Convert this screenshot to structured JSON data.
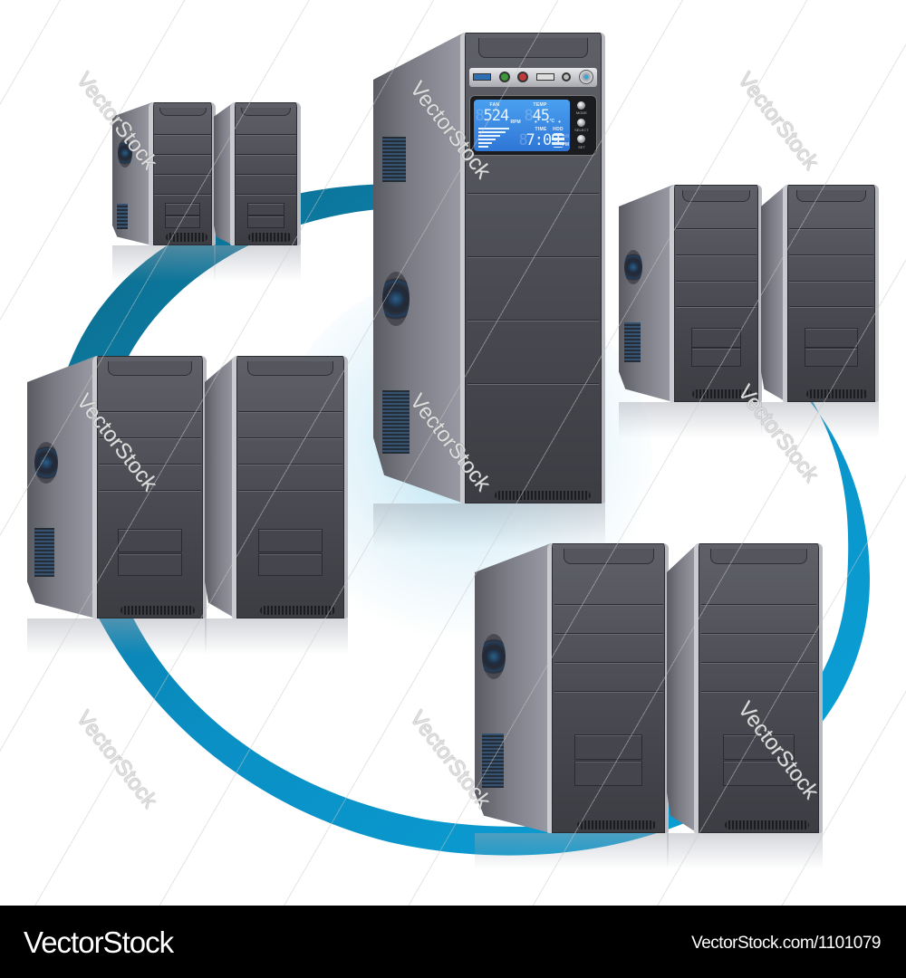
{
  "image": {
    "subject": "Server network illustration",
    "accent_color": "#0a8fc4",
    "ring_dark_color": "#0f6e8c",
    "tower_color": "#4a4b52"
  },
  "main_tower": {
    "lcd": {
      "fan_label": "FAN",
      "fan_value": "524",
      "fan_unit": "RPM",
      "temp_label": "TEMP",
      "temp_value": "45",
      "temp_unit": "°C",
      "time_label": "TIME",
      "time_value": "7:09",
      "time_suffix_am": "AM",
      "time_suffix_pm": "PM",
      "hdd_label": "HDD",
      "ghost_digit": "8",
      "dots": "• • •"
    },
    "buttons": [
      {
        "label": "MODE"
      },
      {
        "label": "SELECT"
      },
      {
        "label": "SET"
      }
    ]
  },
  "tower_groups": [
    {
      "position": "top-left",
      "count": 2
    },
    {
      "position": "middle-left",
      "count": 2
    },
    {
      "position": "right",
      "count": 2
    },
    {
      "position": "bottom-right",
      "count": 2
    }
  ],
  "watermark": {
    "text": "VectorStock"
  },
  "footer": {
    "brand": "VectorStock",
    "url": "VectorStock.com/1101079"
  }
}
